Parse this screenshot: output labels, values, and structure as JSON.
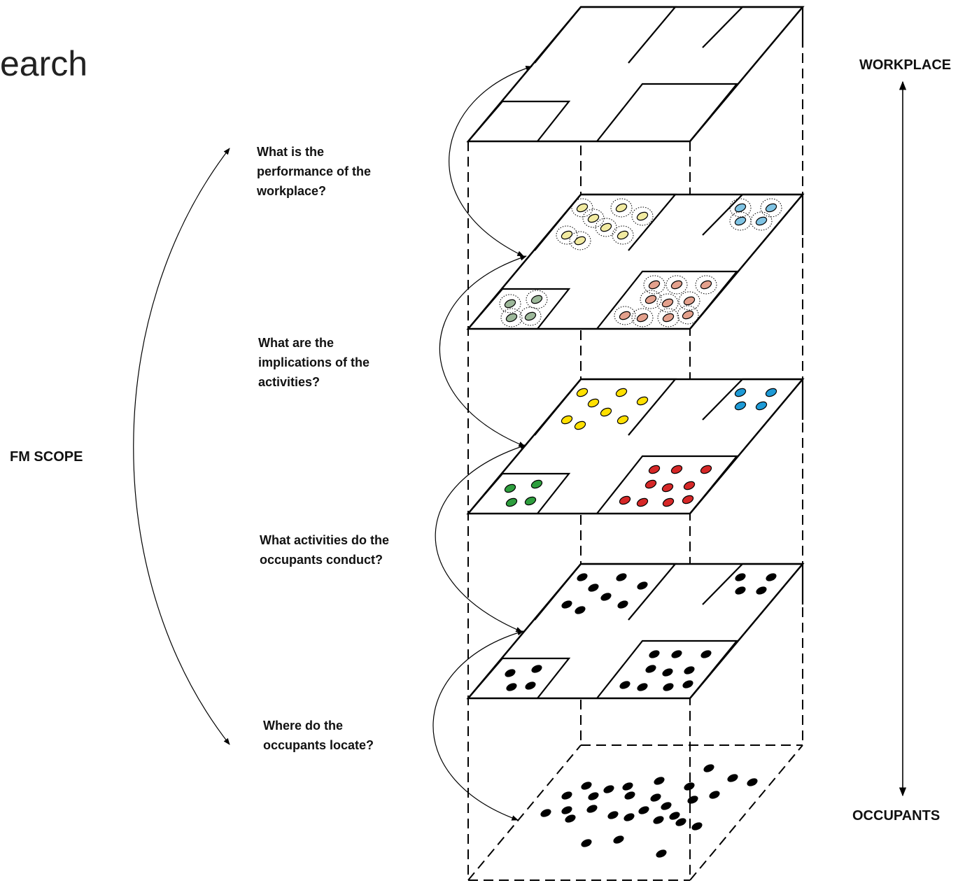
{
  "slide_title": "earch",
  "fm_scope_label": "FM SCOPE",
  "workplace_label": "WORKPLACE",
  "occupants_label": "OCCUPANTS",
  "questions": [
    [
      "What is the",
      "performance of the",
      "workplace?"
    ],
    [
      "What are the",
      "implications of the",
      "activities?"
    ],
    [
      "What activities do the",
      "occupants conduct?"
    ],
    [
      "Where do the",
      "occupants locate?"
    ]
  ],
  "colors": {
    "outline": "#000000",
    "yellow": "#FFE000",
    "blue": "#1E9AD6",
    "green": "#2E9E3E",
    "red": "#D62828",
    "pale_yellow": "#F1EAA0",
    "pale_blue": "#7FC3E3",
    "pale_green": "#9DB89A",
    "pale_red": "#E3A08C",
    "black_dot": "#000000"
  },
  "layers": [
    {
      "name": "workplace",
      "dots": "none"
    },
    {
      "name": "performance",
      "dots": "pale-haloed"
    },
    {
      "name": "activities",
      "dots": "colored"
    },
    {
      "name": "occupants-in-zones",
      "dots": "black"
    },
    {
      "name": "occupant-locations",
      "dots": "black-scattered"
    }
  ]
}
